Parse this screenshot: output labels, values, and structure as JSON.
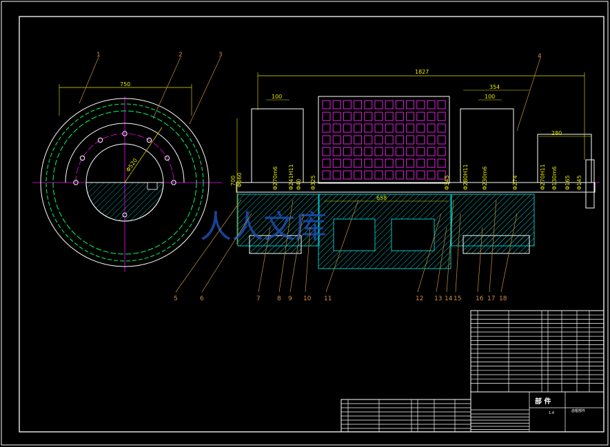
{
  "colors": {
    "background": "#000000",
    "frame": "#ffffff",
    "dimension": "#e8e800",
    "center_line": "#ff00ff",
    "hidden_line": "#00ff60",
    "hatch": "#00c8c8",
    "leader": "#d09040",
    "watermark": "#1c4fb0"
  },
  "left_view": {
    "width_dim": "750",
    "bolt_circle_dim": "Φ520",
    "balloons": [
      "1",
      "2",
      "3"
    ]
  },
  "front_view": {
    "overall_length": "1827",
    "left_hub_width": "100",
    "right_hub_width": "100",
    "right_housing_width": "354",
    "shaft_extension": "280",
    "center_span": "658",
    "height_dim": "700",
    "diameters": [
      "Φ560",
      "Φ270m6",
      "Φ241H11",
      "Φ40",
      "Φ325",
      "Φ345",
      "Φ280H11",
      "Φ230m6",
      "Φ274",
      "Φ270H11",
      "Φ130m6",
      "Φ165",
      "Φ145"
    ]
  },
  "balloons_bottom": [
    "5",
    "6",
    "7",
    "8",
    "9",
    "10",
    "11",
    "12",
    "13",
    "14",
    "15",
    "16",
    "17",
    "18"
  ],
  "balloon_right": "4",
  "watermark": "人人文库",
  "title_block": {
    "main_title": "部 件",
    "drawing_name": "齿辊部件",
    "scale": "1:4"
  }
}
